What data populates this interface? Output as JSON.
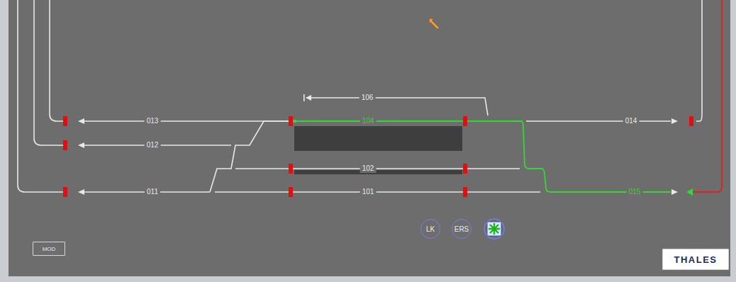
{
  "diagram": {
    "nodes": [
      {
        "text": [
          "LK"
        ]
      },
      {
        "text": [
          "ERS"
        ]
      },
      {
        "text": [
          "MOD"
        ]
      },
      {
        "text": [
          "THALES"
        ]
      }
    ],
    "labels": [
      "013",
      "012",
      "011",
      "106",
      "104",
      "102",
      "101",
      "014",
      "015"
    ]
  }
}
